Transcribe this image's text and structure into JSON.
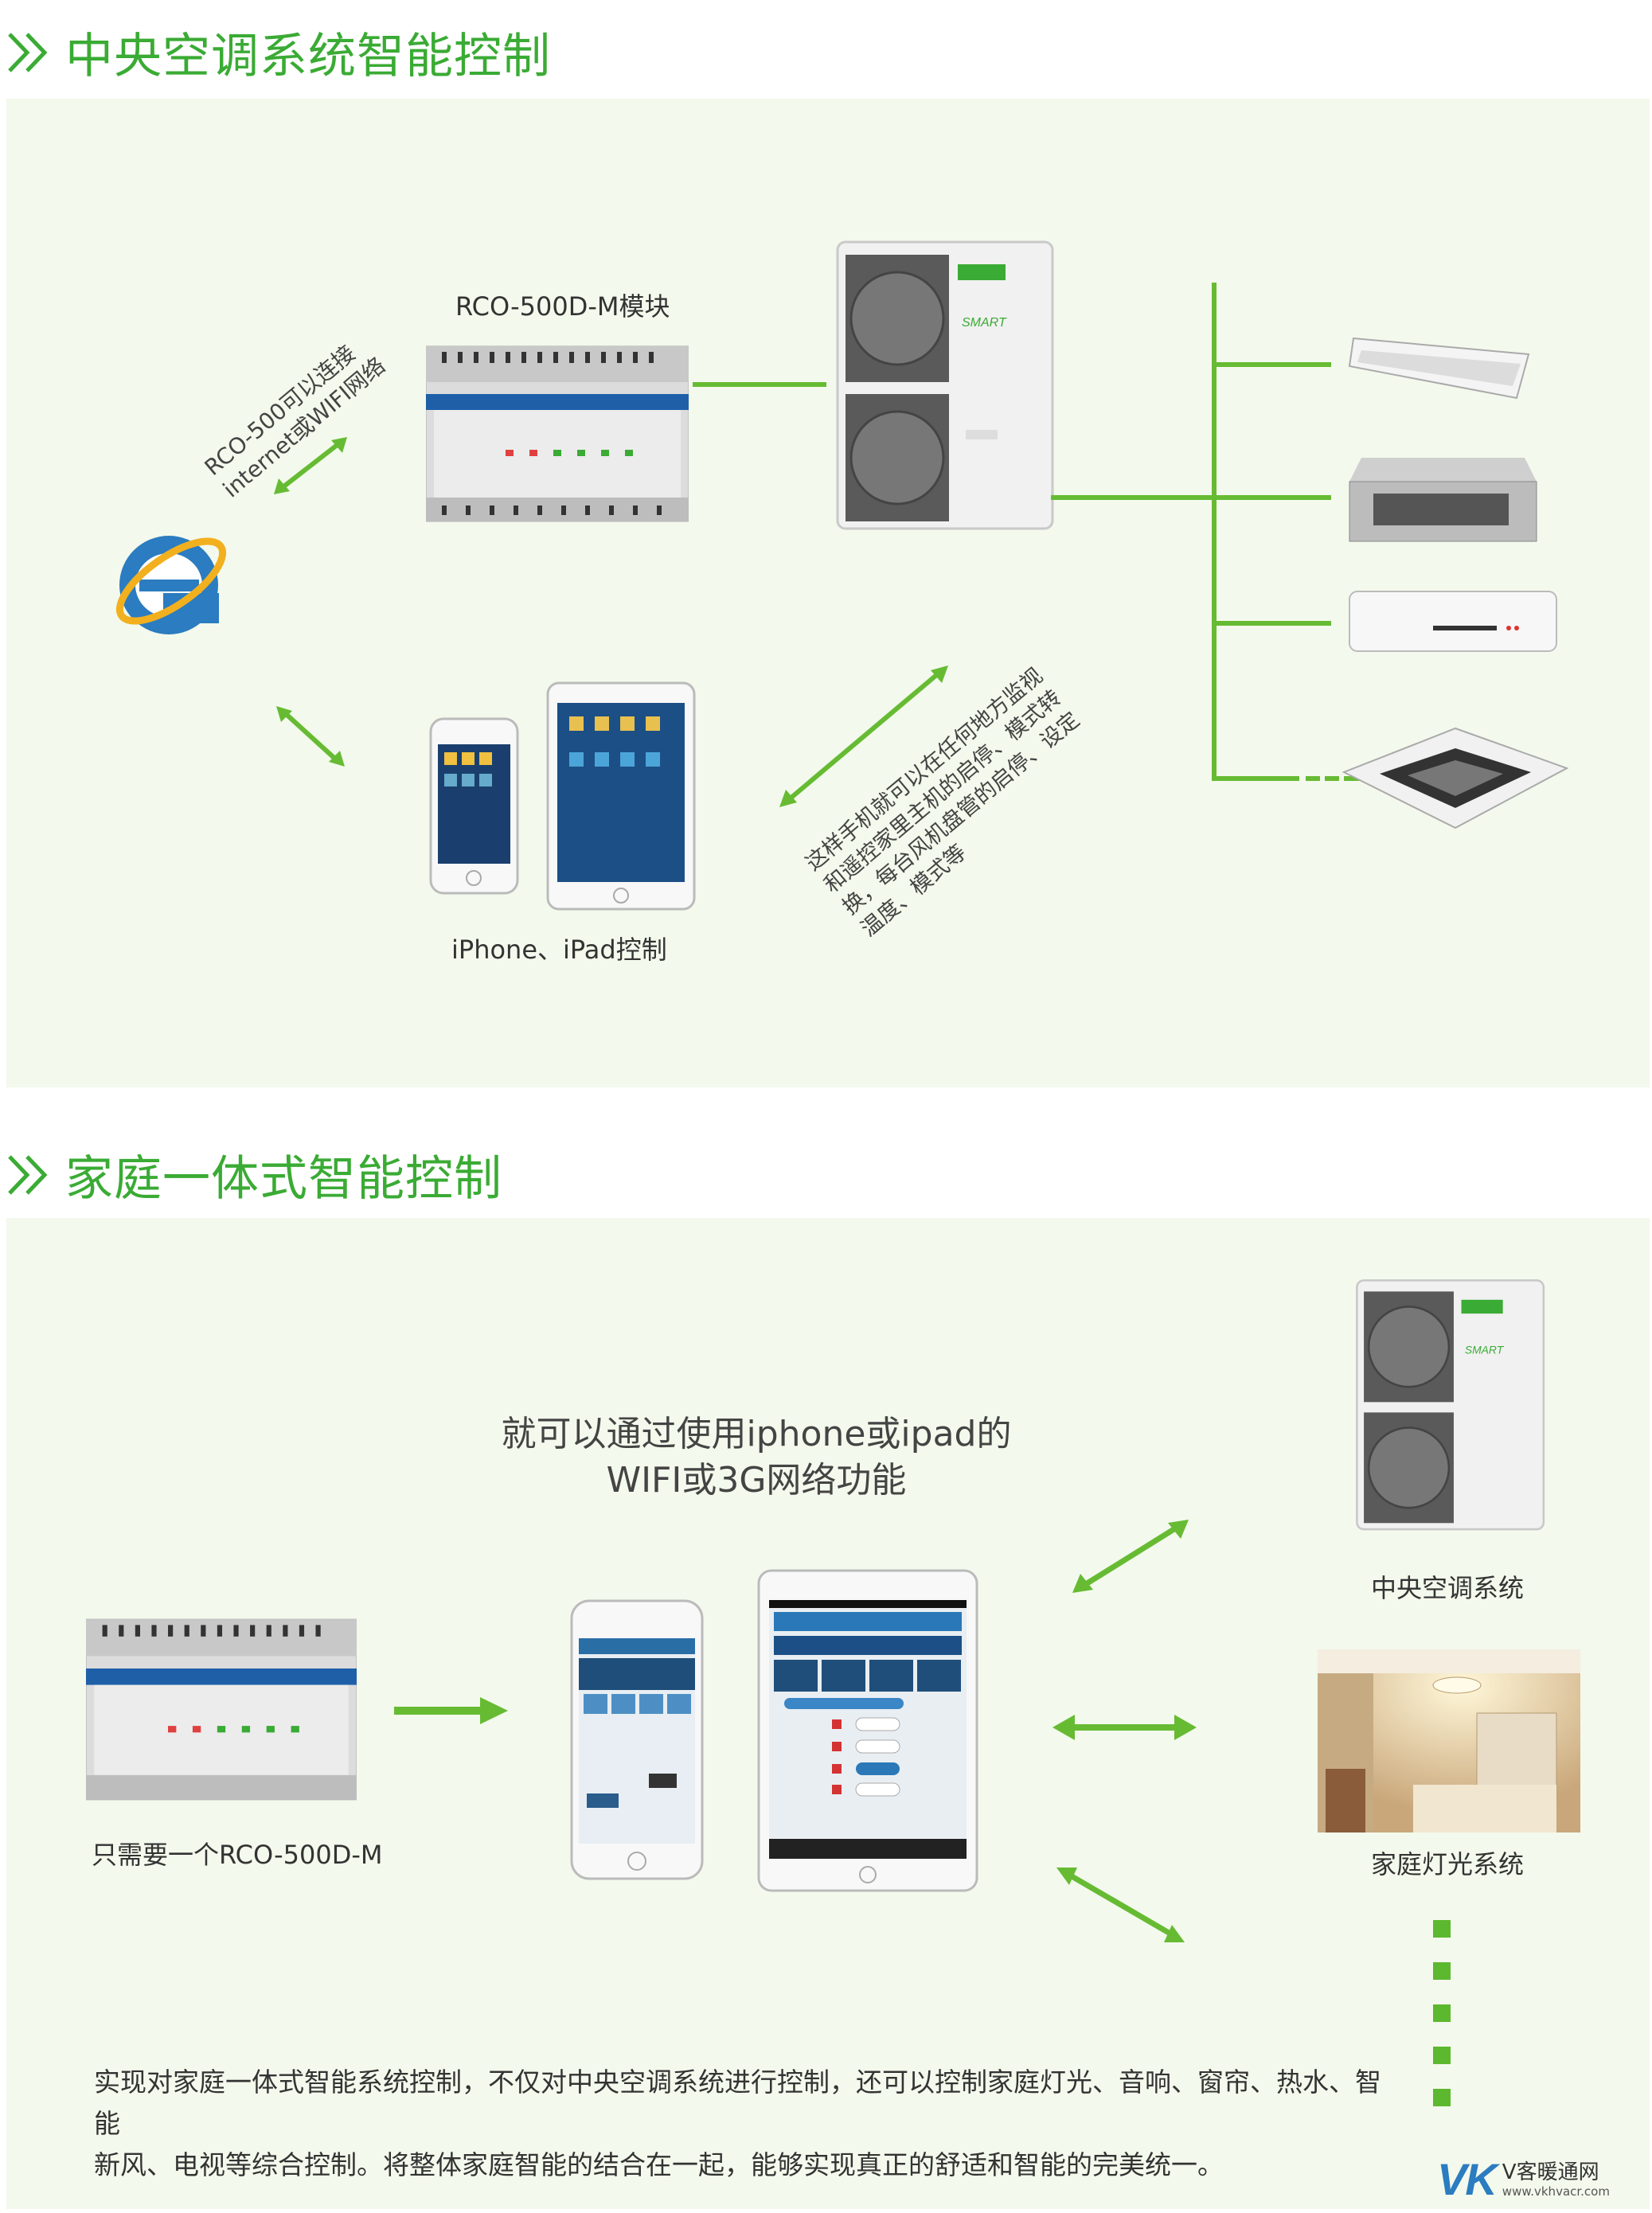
{
  "section1": {
    "title": "中央空调系统智能控制",
    "module_label": "RCO-500D-M模块",
    "ie_label_line1": "RCO-500可以连接",
    "ie_label_line2": "internet或WIFI网络",
    "phone_label": "iPhone、iPad控制",
    "arrow_text_line1": "这样手机就可以在任何地方监视",
    "arrow_text_line2": "和遥控家里主机的启停、模式转",
    "arrow_text_line3": "换，每台风机盘管的启停、设定",
    "arrow_text_line4": "温度、模式等"
  },
  "section2": {
    "title": "家庭一体式智能控制",
    "center_line1": "就可以通过使用iphone或ipad的",
    "center_line2": "WIFI或3G网络功能",
    "module_label": "只需要一个RCO-500D-M",
    "ac_label": "中央空调系统",
    "light_label": "家庭灯光系统",
    "bottom_line1": "实现对家庭一体式智能系统控制，不仅对中央空调系统进行控制，还可以控制家庭灯光、音响、窗帘、热水、智能",
    "bottom_line2": "新风、电视等综合控制。将整体家庭智能的结合在一起，能够实现真正的舒适和智能的完美统一。"
  },
  "logo": {
    "mark": "VK",
    "name": "V客暖通网",
    "url": "www.vkhvacr.com"
  },
  "colors": {
    "accent": "#3aab34",
    "panel_bg": "#f3f9ec",
    "line": "#66bb33",
    "logo_blue": "#2b7cc0"
  }
}
